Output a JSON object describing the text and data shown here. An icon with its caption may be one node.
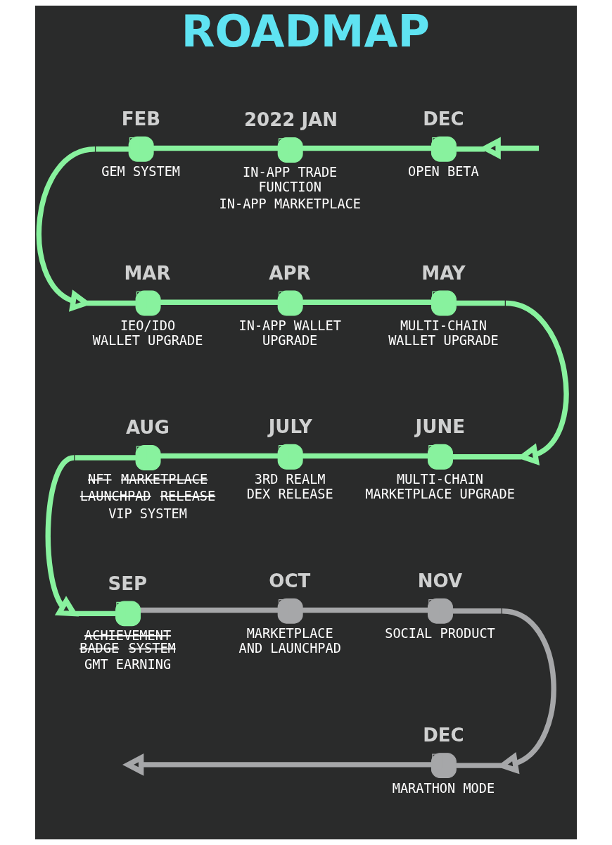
{
  "diagram": {
    "title": "ROADMAP",
    "nodes": [
      {
        "text": [
          "DEC",
          "OPEN BETA"
        ]
      },
      {
        "text": [
          "2022 JAN",
          "IN-APP TRADE FUNCTION",
          "IN-APP MARKETPLACE"
        ]
      },
      {
        "text": [
          "FEB",
          "GEM SYSTEM"
        ]
      },
      {
        "text": [
          "MAR",
          "IEO/IDO WALLET UPGRADE"
        ]
      },
      {
        "text": [
          "APR",
          "IN-APP WALLET UPGRADE"
        ]
      },
      {
        "text": [
          "MAY",
          "MULTI-CHAIN WALLET UPGRADE"
        ]
      },
      {
        "text": [
          "JUNE",
          "MULTI-CHAIN MARKETPLACE UPGRADE"
        ]
      },
      {
        "text": [
          "JULY",
          "3RD REALM DEX RELEASE"
        ]
      },
      {
        "text": [
          "AUG",
          "NFT MARKETPLACE",
          "LAUNCHPAD RELEASE",
          "VIP SYSTEM"
        ]
      },
      {
        "text": [
          "SEP",
          "ACHIEVEMENT BADGE SYSTEM",
          "GMT EARNING"
        ]
      },
      {
        "text": [
          "OCT",
          "MARKETPLACE AND LAUNCHPAD"
        ]
      },
      {
        "text": [
          "NOV",
          "SOCIAL PRODUCT"
        ]
      },
      {
        "text": [
          "DEC",
          "MARATHON MODE"
        ]
      }
    ],
    "edges": [
      {
        "from": null,
        "to": 0,
        "arrow": "to"
      },
      {
        "from": 0,
        "to": 1,
        "arrow": "none"
      },
      {
        "from": 1,
        "to": 2,
        "arrow": "none"
      },
      {
        "from": 2,
        "to": 3,
        "arrow": "to"
      },
      {
        "from": 3,
        "to": 4,
        "arrow": "none"
      },
      {
        "from": 4,
        "to": 5,
        "arrow": "none"
      },
      {
        "from": 5,
        "to": 6,
        "arrow": "to"
      },
      {
        "from": 6,
        "to": 7,
        "arrow": "none"
      },
      {
        "from": 7,
        "to": 8,
        "arrow": "none"
      },
      {
        "from": 8,
        "to": 9,
        "arrow": "to"
      },
      {
        "from": 9,
        "to": 10,
        "arrow": "none",
        "color": "#a6a7a9"
      },
      {
        "from": 10,
        "to": 11,
        "arrow": "none",
        "color": "#a6a7a9"
      },
      {
        "from": 11,
        "to": 12,
        "arrow": "to",
        "color": "#a6a7a9"
      },
      {
        "from": 12,
        "to": null,
        "arrow": "to",
        "color": "#a6a7a9"
      }
    ]
  }
}
